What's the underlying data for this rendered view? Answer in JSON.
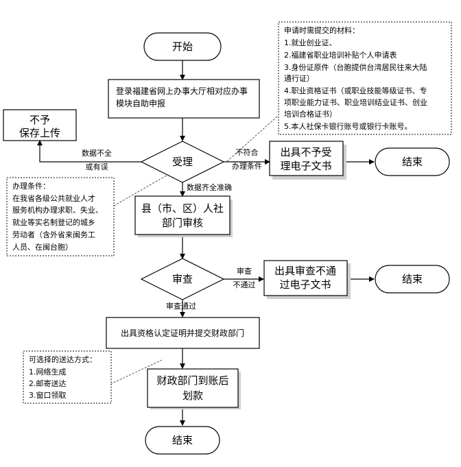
{
  "nodes": {
    "start": "开始",
    "login": [
      "登录福建省网上办事大厅相对应办事",
      "模块自助申报"
    ],
    "reject_save": [
      "不予",
      "保存上传"
    ],
    "accept": "受理",
    "reject_doc": [
      "出具不予受",
      "理电子文书"
    ],
    "end1": "结束",
    "county": [
      "县（市、区）人社",
      "部门审核"
    ],
    "review": "审查",
    "review_fail_doc": [
      "出具审查不通",
      "过电子文书"
    ],
    "end2": "结束",
    "certify": "出具资格认定证明并提交财政部门",
    "finance": [
      "财政部门到账后",
      "划款"
    ],
    "end3": "结束"
  },
  "edge_labels": {
    "incomplete": [
      "数据不全",
      "或有误"
    ],
    "not_meet": [
      "不符合",
      "办理条件"
    ],
    "complete": "数据齐全准确",
    "review_fail": [
      "审查",
      "不通过"
    ],
    "review_pass": "审查通过"
  },
  "notes": {
    "materials": [
      "申请时需提交的材料：",
      "1.就业创业证、",
      "2.福建省职业培训补贴个人申请表",
      "3.身份证原件（台胞提供台湾居民往来大陆",
      "通行证）",
      "4.职业资格证书（或职业技能等级证书、专",
      "项职业能力证书、职业培训结业证书、创业",
      "培训合格证书）",
      "5.本人社保卡银行账号或银行卡账号。"
    ],
    "conditions": [
      "办理条件：",
      "在我省各级公共就业人才",
      "服务机构办理求职、失业、",
      "就业等实名制登记的城乡",
      "劳动者（含外省来闽务工",
      "人员、在闽台胞）"
    ],
    "delivery": [
      "可选择的送达方式：",
      "1.网络生成",
      "2.邮寄送达",
      "3.窗口领取"
    ]
  }
}
